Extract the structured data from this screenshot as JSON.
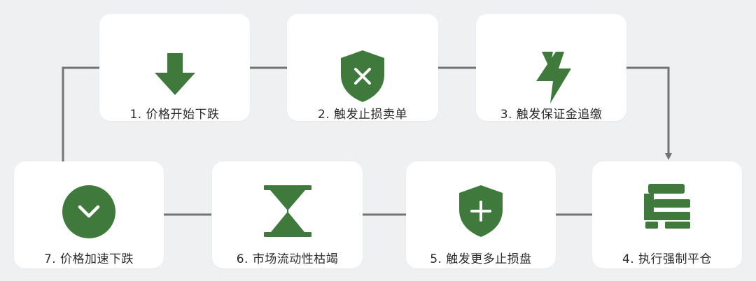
{
  "colors": {
    "accent": "#3f7a3c",
    "arrow": "#737373",
    "card": "#ffffff",
    "background": "#eef0f2"
  },
  "steps": [
    {
      "label": "1. 价格开始下跌",
      "icon": "down-arrow-icon"
    },
    {
      "label": "2. 触发止损卖单",
      "icon": "shield-x-icon"
    },
    {
      "label": "3. 触发保证金追缴",
      "icon": "lightning-icon"
    },
    {
      "label": "4. 执行强制平仓",
      "icon": "gavel-icon"
    },
    {
      "label": "5. 触发更多止损盘",
      "icon": "shield-plus-icon"
    },
    {
      "label": "6. 市场流动性枯竭",
      "icon": "hourglass-icon"
    },
    {
      "label": "7. 价格加速下跌",
      "icon": "chevron-down-circle-icon"
    }
  ]
}
